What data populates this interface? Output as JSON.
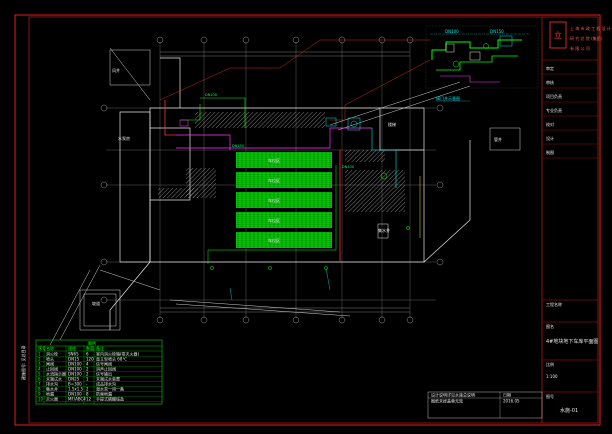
{
  "colors": {
    "background": "#000000",
    "frame": "#e02020",
    "wall": "#e6e6e6",
    "axis": "#9a9a9a",
    "pipe_green": "#00ff00",
    "pipe_cyan": "#00e5e5",
    "pipe_magenta": "#ff33ff",
    "pipe_red": "#ff3030",
    "pipe_yellow": "#e8e800",
    "hatch": "#cfcfcf"
  },
  "detail": {
    "caption": "阀门井示意图"
  },
  "title_block": {
    "stamp_text": "立",
    "company_lines": [
      "上 海 市 政 工 程 设 计",
      "研 究 总 院 (集团)",
      "有 限 公 司"
    ],
    "small_rows": [
      "审定",
      "审核",
      "项目负责",
      "专业负责",
      "校对",
      "设计",
      "制图"
    ],
    "project_label": "工程名称",
    "drawing_label": "图名",
    "drawing_name": "4#地块地下车库平面图",
    "scale_label": "比例",
    "scale_value": "1:100",
    "drawing_no_label": "图号",
    "drawing_no": "水施-01"
  },
  "legend": {
    "title": "图例",
    "headers": [
      "序号",
      "名称",
      "规格",
      "数量",
      "备注"
    ],
    "rows": [
      [
        "1",
        "消火栓",
        "SN65",
        "6",
        "室内消火栓箱(带灭火器)"
      ],
      [
        "2",
        "喷头",
        "DN15",
        "120",
        "直立型喷头 68℃"
      ],
      [
        "3",
        "闸阀",
        "DN100",
        "4",
        "信号闸阀"
      ],
      [
        "4",
        "止回阀",
        "DN100",
        "2",
        "消声止回阀"
      ],
      [
        "5",
        "水流指示器",
        "DN100",
        "2",
        "信号输出"
      ],
      [
        "6",
        "末端试水",
        "DN25",
        "1",
        "末端试水装置"
      ],
      [
        "7",
        "排水沟",
        "B=300",
        "-",
        "成品排水沟"
      ],
      [
        "8",
        "集水井",
        "1.5x1.5",
        "2",
        "潜水泵一用一备"
      ],
      [
        "9",
        "地漏",
        "DN100",
        "8",
        "防臭地漏"
      ],
      [
        "10",
        "灭火器",
        "MF/ABC4",
        "12",
        "手提式磷酸铵盐"
      ]
    ]
  },
  "bottom_block": {
    "cells": [
      "设计说明详见水施总说明",
      "图纸未经盖章无效",
      "日期",
      "2016.05"
    ]
  },
  "room_labels": [
    "车位区",
    "车位区",
    "车位区",
    "车位区",
    "车位区",
    "坡道",
    "楼梯",
    "集水井"
  ],
  "rot_text": "建施图号: 见总目录"
}
